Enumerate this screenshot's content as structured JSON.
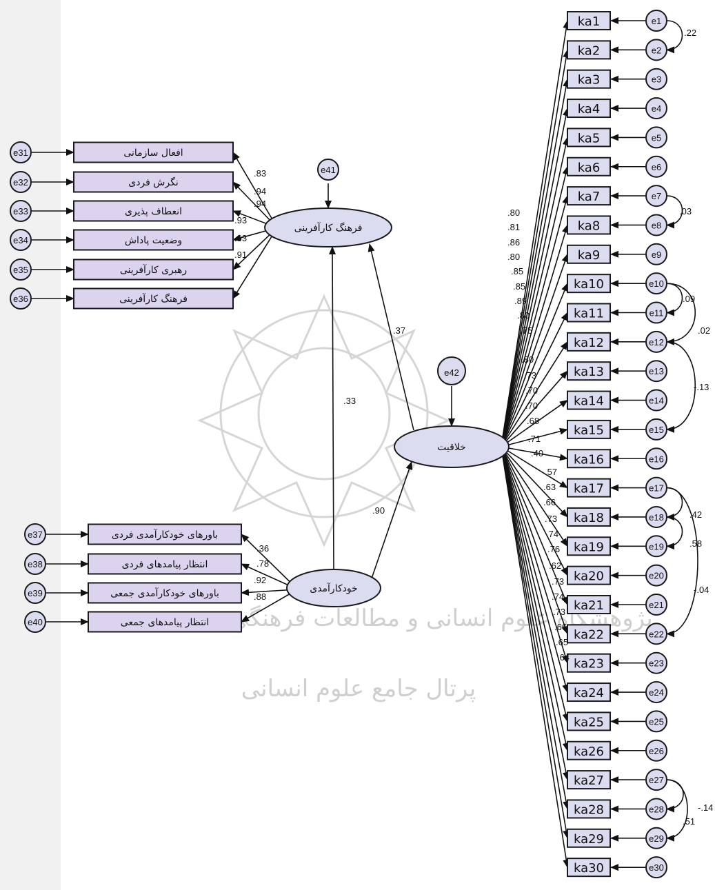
{
  "watermark": {
    "line1": "پژوهشگاه علوم انسانی و مطالعات فرهنگی",
    "line2": "پرتال جامع علوم انسانی"
  },
  "latents": {
    "culture": "فرهنگ کارآفرینی",
    "creativity": "خلاقیت",
    "efficacy": "خودکارآمدی",
    "e41": "e41",
    "e42": "e42"
  },
  "culture_indicators": [
    {
      "label": "افعال سازمانی",
      "error": "e31"
    },
    {
      "label": "نگرش فردی",
      "error": "e32"
    },
    {
      "label": "انعطاف پذیری",
      "error": "e33"
    },
    {
      "label": "وضعیت پاداش",
      "error": "e34"
    },
    {
      "label": "رهبری کارآفرینی",
      "error": "e35"
    },
    {
      "label": "فرهنگ کارآفرینی",
      "error": "e36"
    }
  ],
  "culture_loadings": [
    ".83",
    ".94",
    ".94",
    ".93",
    ".93",
    ".91"
  ],
  "efficacy_indicators": [
    {
      "label": "باورهای خودکارآمدی فردی",
      "error": "e37"
    },
    {
      "label": "انتظار پیامدهای فردی",
      "error": "e38"
    },
    {
      "label": "باورهای خودکارآمدی جمعی",
      "error": "e39"
    },
    {
      "label": "انتظار پیامدهای جمعی",
      "error": "e40"
    }
  ],
  "efficacy_loadings": [
    ".36",
    ".78",
    ".92",
    ".88"
  ],
  "structural": {
    "creativity_to_culture": ".37",
    "efficacy_to_culture": ".33",
    "efficacy_to_creativity": ".90"
  },
  "ka_items": [
    {
      "label": "ka1",
      "error": "e1"
    },
    {
      "label": "ka2",
      "error": "e2"
    },
    {
      "label": "ka3",
      "error": "e3"
    },
    {
      "label": "ka4",
      "error": "e4"
    },
    {
      "label": "ka5",
      "error": "e5"
    },
    {
      "label": "ka6",
      "error": "e6"
    },
    {
      "label": "ka7",
      "error": "e7"
    },
    {
      "label": "ka8",
      "error": "e8"
    },
    {
      "label": "ka9",
      "error": "e9"
    },
    {
      "label": "ka10",
      "error": "e10"
    },
    {
      "label": "ka11",
      "error": "e11"
    },
    {
      "label": "ka12",
      "error": "e12"
    },
    {
      "label": "ka13",
      "error": "e13"
    },
    {
      "label": "ka14",
      "error": "e14"
    },
    {
      "label": "ka15",
      "error": "e15"
    },
    {
      "label": "ka16",
      "error": "e16"
    },
    {
      "label": "ka17",
      "error": "e17"
    },
    {
      "label": "ka18",
      "error": "e18"
    },
    {
      "label": "ka19",
      "error": "e19"
    },
    {
      "label": "ka20",
      "error": "e20"
    },
    {
      "label": "ka21",
      "error": "e21"
    },
    {
      "label": "ka22",
      "error": "e22"
    },
    {
      "label": "ka23",
      "error": "e23"
    },
    {
      "label": "ka24",
      "error": "e24"
    },
    {
      "label": "ka25",
      "error": "e25"
    },
    {
      "label": "ka26",
      "error": "e26"
    },
    {
      "label": "ka27",
      "error": "e27"
    },
    {
      "label": "ka28",
      "error": "e28"
    },
    {
      "label": "ka29",
      "error": "e29"
    },
    {
      "label": "ka30",
      "error": "e30"
    }
  ],
  "ka_loadings_upper": [
    ".80",
    ".81",
    ".86",
    ".80",
    ".85",
    ".85",
    ".89",
    ".80",
    ".75"
  ],
  "ka_loadings_middle": [
    ".80",
    ".73",
    ".70",
    ".70",
    ".68",
    ".71",
    ".40",
    ".57",
    ".63",
    ".66",
    ".73",
    ".74",
    ".76",
    ".62",
    ".73",
    ".74",
    ".73",
    ".66",
    ".65",
    ".64"
  ],
  "covariances": [
    {
      "label": ".22"
    },
    {
      "label": ".03"
    },
    {
      "label": ".09"
    },
    {
      "label": ".02"
    },
    {
      "label": "-.13"
    },
    {
      "label": ".42"
    },
    {
      "label": ".58"
    },
    {
      "label": "-.04"
    },
    {
      "label": "-.14"
    },
    {
      "label": ".51"
    }
  ]
}
